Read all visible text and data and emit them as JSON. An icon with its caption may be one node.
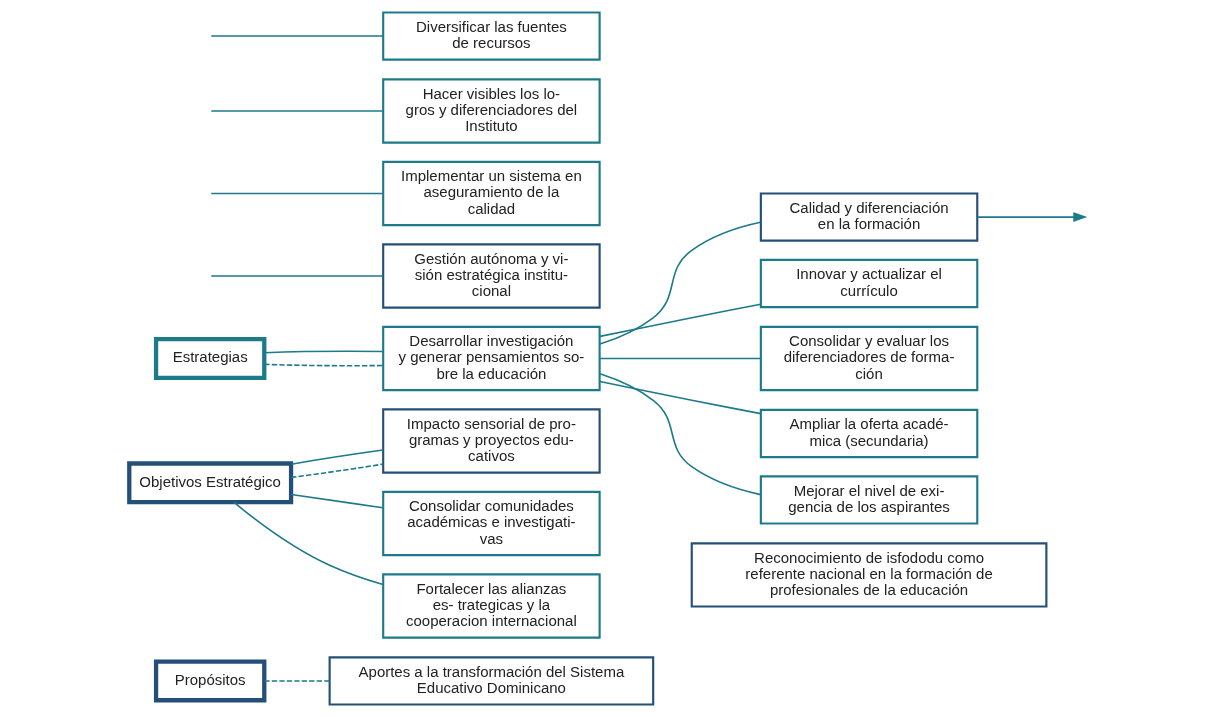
{
  "diagram": {
    "nodes": [
      {
        "text": [
          "Propósitos"
        ]
      },
      {
        "text": [
          "Aportes a la transformación del Sistema Educativo Dominicano"
        ]
      },
      {
        "text": [
          "Reconocimiento de isfododu como referente nacional en la formación de profesionales de la educación"
        ]
      },
      {
        "text": [
          "Objetivos Estratégico"
        ]
      },
      {
        "text": [
          "Impacto sensorial de pro- gramas y proyectos edu- cativos"
        ]
      },
      {
        "text": [
          "Estrategias"
        ]
      },
      {
        "text": [
          "Desarrollar investigación y generar pensamientos so- bre la educación"
        ]
      },
      {
        "text": [
          "Consolidar comunidades académicas e investigati- vas"
        ]
      },
      {
        "text": [
          "Fortalecer las alianzas es- trategicas y la cooperacion internacional"
        ]
      },
      {
        "text": [
          "Calidad y diferenciación en la formación"
        ]
      },
      {
        "text": [
          "Innovar y actualizar el currículo"
        ]
      },
      {
        "text": [
          "Consolidar y evaluar los diferenciadores de forma- ción"
        ]
      },
      {
        "text": [
          "Ampliar la oferta acadé- mica (secundaria)"
        ]
      },
      {
        "text": [
          "Mejorar el nivel de exi- gencia de los aspirantes"
        ]
      },
      {
        "text": [
          "Gestión autónoma y vi- sión estratégica institu- cional"
        ]
      },
      {
        "text": [
          "Implementar un sistema en aseguramiento de la calidad"
        ]
      },
      {
        "text": [
          "Hacer visibles los lo- gros y diferenciadores del Instituto"
        ]
      },
      {
        "text": [
          "Diversificar las fuentes de recursos"
        ]
      }
    ],
    "edges": [
      {
        "from": 0,
        "to": 1,
        "arrow": "none",
        "style": "dashed"
      },
      {
        "from": 3,
        "to": 4,
        "arrow": "none",
        "style": "dashed"
      },
      {
        "from": 5,
        "to": 6,
        "arrow": "none",
        "style": "dashed"
      },
      {
        "from": 3,
        "to": 4,
        "arrow": "none"
      },
      {
        "from": 3,
        "to": 7,
        "arrow": "none"
      },
      {
        "from": 3,
        "to": 8,
        "arrow": "none"
      },
      {
        "from": 5,
        "to": 6,
        "arrow": "none"
      },
      {
        "from": 6,
        "to": 9,
        "arrow": "none"
      },
      {
        "from": 6,
        "to": 10,
        "arrow": "none"
      },
      {
        "from": 6,
        "to": 11,
        "arrow": "none"
      },
      {
        "from": 6,
        "to": 12,
        "arrow": "none"
      },
      {
        "from": 6,
        "to": 13,
        "arrow": "none"
      },
      {
        "from": 9,
        "to": null,
        "arrow": "to"
      },
      {
        "from": null,
        "to": 14,
        "arrow": "none"
      },
      {
        "from": null,
        "to": 15,
        "arrow": "none"
      },
      {
        "from": null,
        "to": 16,
        "arrow": "none"
      },
      {
        "from": null,
        "to": 17,
        "arrow": "none"
      }
    ]
  }
}
